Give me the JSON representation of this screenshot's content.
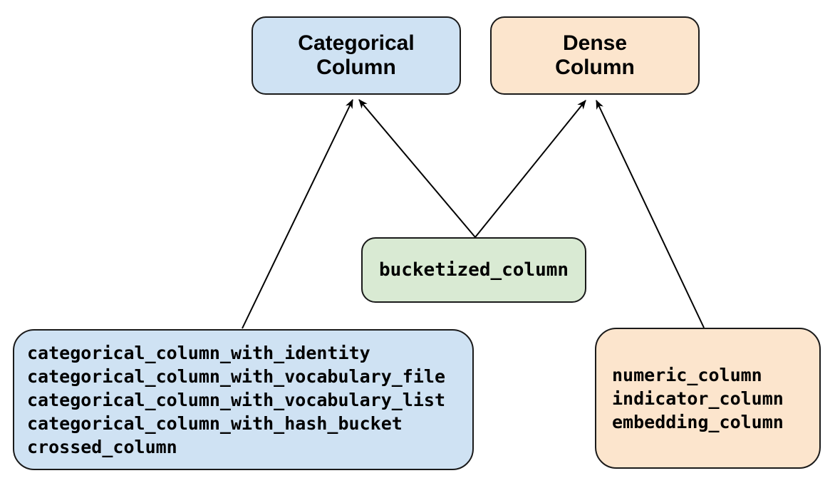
{
  "diagram": {
    "background": "#ffffff",
    "arrow_color": "#000000",
    "nodes": {
      "categorical": {
        "id": "categorical-column",
        "label": "Categorical\nColumn",
        "fill": "#cfe2f3"
      },
      "dense": {
        "id": "dense-column",
        "label": "Dense\nColumn",
        "fill": "#fce5cd"
      },
      "bucketized": {
        "id": "bucketized-column",
        "label": "bucketized_column",
        "fill": "#d9ead3"
      },
      "categorical_functions": {
        "id": "categorical-functions",
        "fill": "#cfe2f3",
        "lines": [
          "categorical_column_with_identity",
          "categorical_column_with_vocabulary_file",
          "categorical_column_with_vocabulary_list",
          "categorical_column_with_hash_bucket",
          "crossed_column"
        ]
      },
      "dense_functions": {
        "id": "dense-functions",
        "fill": "#fce5cd",
        "lines": [
          "numeric_column",
          "indicator_column",
          "embedding_column"
        ]
      }
    },
    "edges": [
      {
        "from": "categorical-functions",
        "to": "categorical-column"
      },
      {
        "from": "bucketized-column",
        "to": "categorical-column"
      },
      {
        "from": "bucketized-column",
        "to": "dense-column"
      },
      {
        "from": "dense-functions",
        "to": "dense-column"
      }
    ]
  }
}
